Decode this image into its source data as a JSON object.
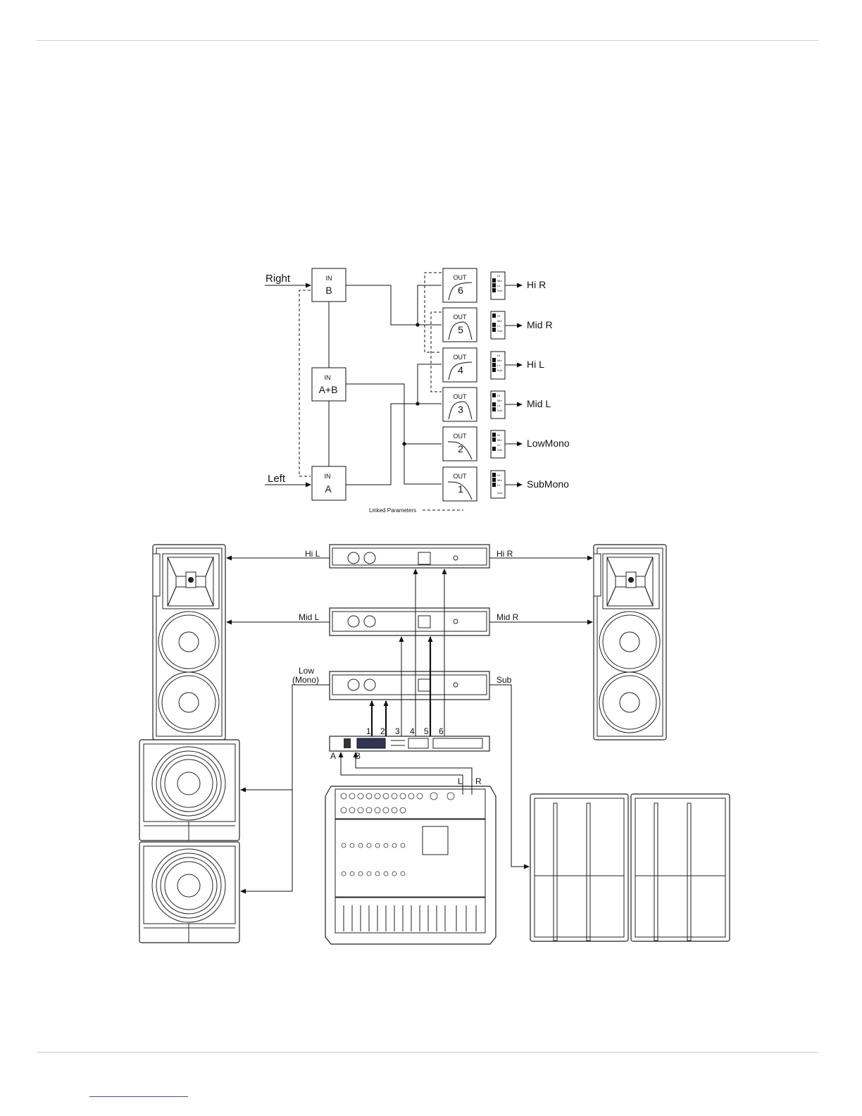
{
  "signal_flow": {
    "inputs": {
      "right_label": "Right",
      "left_label": "Left",
      "in_b": {
        "top": "IN",
        "bottom": "B"
      },
      "in_ab": {
        "top": "IN",
        "bottom": "A+B"
      },
      "in_a": {
        "top": "IN",
        "bottom": "A"
      }
    },
    "outputs": [
      {
        "top": "OUT",
        "num": "6",
        "dest": "Hi R"
      },
      {
        "top": "OUT",
        "num": "5",
        "dest": "Mid R"
      },
      {
        "top": "OUT",
        "num": "4",
        "dest": "Hi L"
      },
      {
        "top": "OUT",
        "num": "3",
        "dest": "Mid L"
      },
      {
        "top": "OUT",
        "num": "2",
        "dest": "LowMono"
      },
      {
        "top": "OUT",
        "num": "1",
        "dest": "SubMono"
      }
    ],
    "switch_labels": [
      "Hi",
      "Mid",
      "Lo",
      "Sub"
    ],
    "legend": "Linked Parameters"
  },
  "setup": {
    "amp_labels": {
      "hi_l": "Hi L",
      "hi_r": "Hi R",
      "mid_l": "Mid L",
      "mid_r": "Mid R",
      "low_line1": "Low",
      "low_line2": "(Mono)",
      "sub": "Sub"
    },
    "output_numbers": [
      "1",
      "2",
      "3",
      "4",
      "5",
      "6"
    ],
    "processor_inputs": {
      "a": "A",
      "b": "B"
    },
    "mixer_outputs": {
      "l": "L",
      "r": "R"
    }
  }
}
